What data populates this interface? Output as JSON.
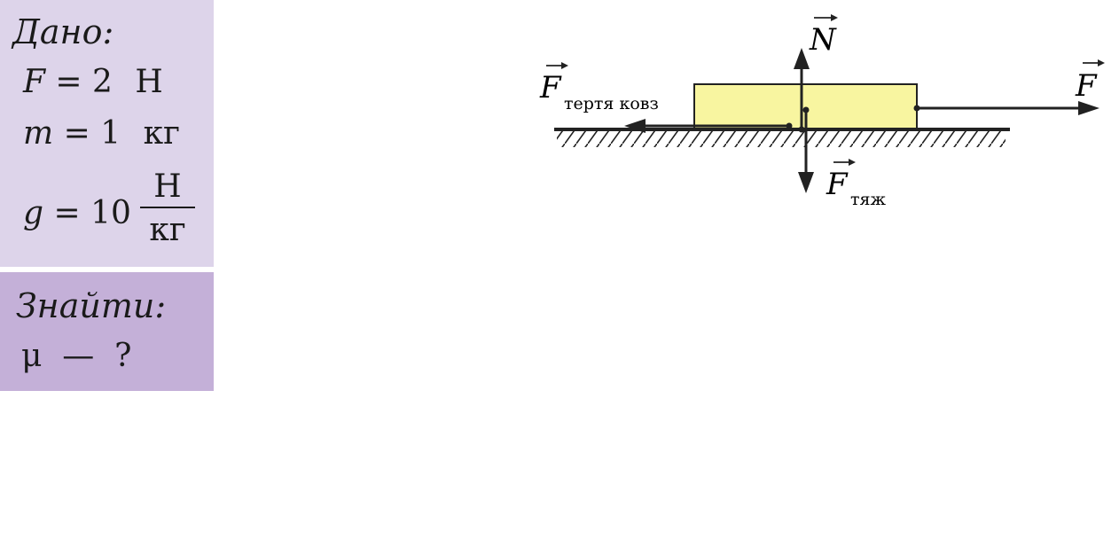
{
  "given": {
    "heading": "Дано:",
    "F": {
      "symbol": "F",
      "eq": " = ",
      "value": "2",
      "unit": "Н"
    },
    "m": {
      "symbol": "m",
      "eq": " = ",
      "value": "1",
      "unit": "кг"
    },
    "g": {
      "symbol": "g",
      "eq": " = ",
      "value": "10",
      "unit_num": "Н",
      "unit_den": "кг"
    }
  },
  "find": {
    "heading": "Знайти:",
    "expr": "μ  —  ?"
  },
  "diagram": {
    "N": {
      "letter": "N",
      "sub": ""
    },
    "F_friction": {
      "letter": "F",
      "sub": "тертя ковз"
    },
    "F_applied": {
      "letter": "F",
      "sub": ""
    },
    "F_gravity": {
      "letter": "F",
      "sub": "тяж"
    }
  },
  "colors": {
    "given_bg": "#ddd4ea",
    "find_bg": "#c4b0d8",
    "block": "#f8f5a0"
  }
}
